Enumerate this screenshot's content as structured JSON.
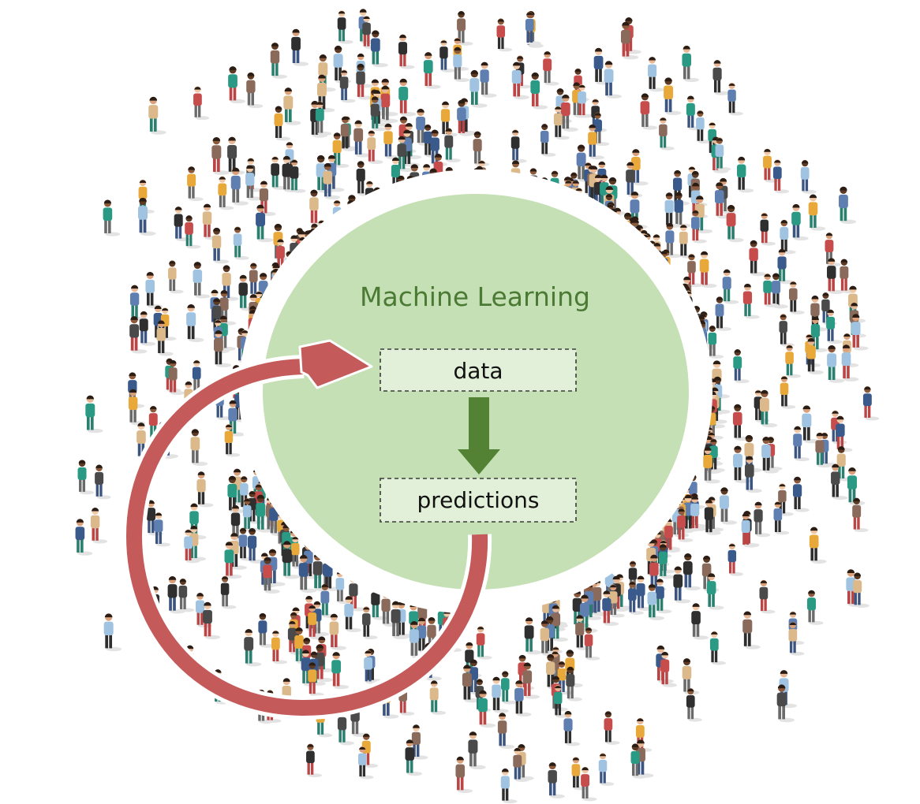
{
  "diagram": {
    "title": "Machine Learning",
    "boxes": {
      "input": "data",
      "output": "predictions"
    },
    "colors": {
      "circle_fill": "#c5e0b4",
      "title_text": "#4a7a33",
      "box_fill": "#e2f0d9",
      "box_border": "#3a3a3a",
      "down_arrow": "#548235",
      "feedback_arrow": "#c55a5a"
    }
  },
  "crowd": {
    "description_icon": "people-crowd-icon"
  }
}
